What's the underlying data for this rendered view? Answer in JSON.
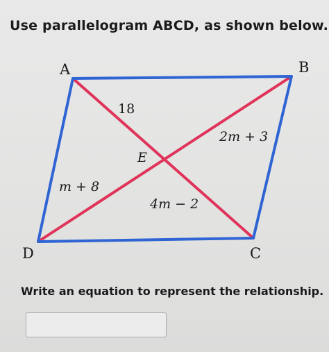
{
  "prompt": "Use parallelogram ABCD, as shown below.",
  "figure": {
    "vertices": {
      "A": "A",
      "B": "B",
      "C": "C",
      "D": "D"
    },
    "intersection": "E",
    "segment_labels": {
      "AE": "18",
      "BE": "2m + 3",
      "DE": "m + 8",
      "CE": "4m − 2"
    },
    "colors": {
      "sides": "#2f64d4",
      "diagonals": "#e0335a"
    }
  },
  "instruction": "Write an equation to represent the relationship.",
  "answer_input": {
    "value": ""
  }
}
